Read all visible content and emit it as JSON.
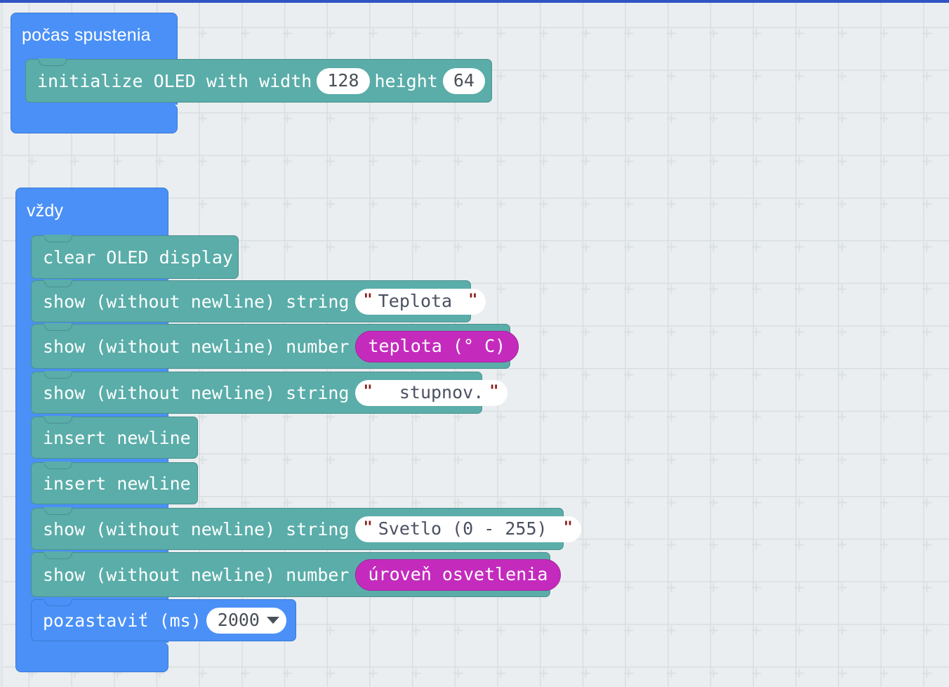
{
  "workspace": {
    "background_color": "#eaeef0",
    "grid_marker": "plus-cross",
    "topbar_color": "#3253c5"
  },
  "colors": {
    "event_block": "#4a90f7",
    "oled_block": "#5aada9",
    "variable_reporter": "#c42bbd",
    "field_background": "#ffffff",
    "string_quote": "#8b2222",
    "field_text": "#495057"
  },
  "scripts": [
    {
      "id": "on-start-script",
      "hat_label": "počas spustenia",
      "statements": [
        {
          "id": "initialize-oled",
          "kind": "oled",
          "parts": [
            {
              "type": "text",
              "value": "initialize OLED with width"
            },
            {
              "type": "number_field",
              "value": "128"
            },
            {
              "type": "text",
              "value": "height"
            },
            {
              "type": "number_field",
              "value": "64"
            }
          ]
        }
      ]
    },
    {
      "id": "forever-script",
      "hat_label": "vždy",
      "statements": [
        {
          "id": "clear-oled-display",
          "kind": "oled",
          "parts": [
            {
              "type": "text",
              "value": "clear OLED display"
            }
          ]
        },
        {
          "id": "show-string-teplota",
          "kind": "oled",
          "parts": [
            {
              "type": "text",
              "value": "show (without newline) string"
            },
            {
              "type": "string_field",
              "value": "Teplota "
            }
          ]
        },
        {
          "id": "show-number-teplota",
          "kind": "oled",
          "parts": [
            {
              "type": "text",
              "value": "show (without newline) number"
            },
            {
              "type": "reporter",
              "value": "teplota (° C)"
            }
          ]
        },
        {
          "id": "show-string-stupnov",
          "kind": "oled",
          "parts": [
            {
              "type": "text",
              "value": "show (without newline) string"
            },
            {
              "type": "string_field",
              "value": "  stupnov."
            }
          ]
        },
        {
          "id": "insert-newline-1",
          "kind": "oled",
          "parts": [
            {
              "type": "text",
              "value": "insert newline"
            }
          ]
        },
        {
          "id": "insert-newline-2",
          "kind": "oled",
          "parts": [
            {
              "type": "text",
              "value": "insert newline"
            }
          ]
        },
        {
          "id": "show-string-svetlo",
          "kind": "oled",
          "parts": [
            {
              "type": "text",
              "value": "show (without newline) string"
            },
            {
              "type": "string_field",
              "value": "Svetlo (0 - 255) "
            }
          ]
        },
        {
          "id": "show-number-osvetlenie",
          "kind": "oled",
          "parts": [
            {
              "type": "text",
              "value": "show (without newline) number"
            },
            {
              "type": "reporter",
              "value": "úroveň osvetlenia"
            }
          ]
        },
        {
          "id": "pause-ms",
          "kind": "basic",
          "parts": [
            {
              "type": "text",
              "value": "pozastaviť (ms)"
            },
            {
              "type": "dropdown_field",
              "value": "2000"
            }
          ]
        }
      ]
    }
  ]
}
